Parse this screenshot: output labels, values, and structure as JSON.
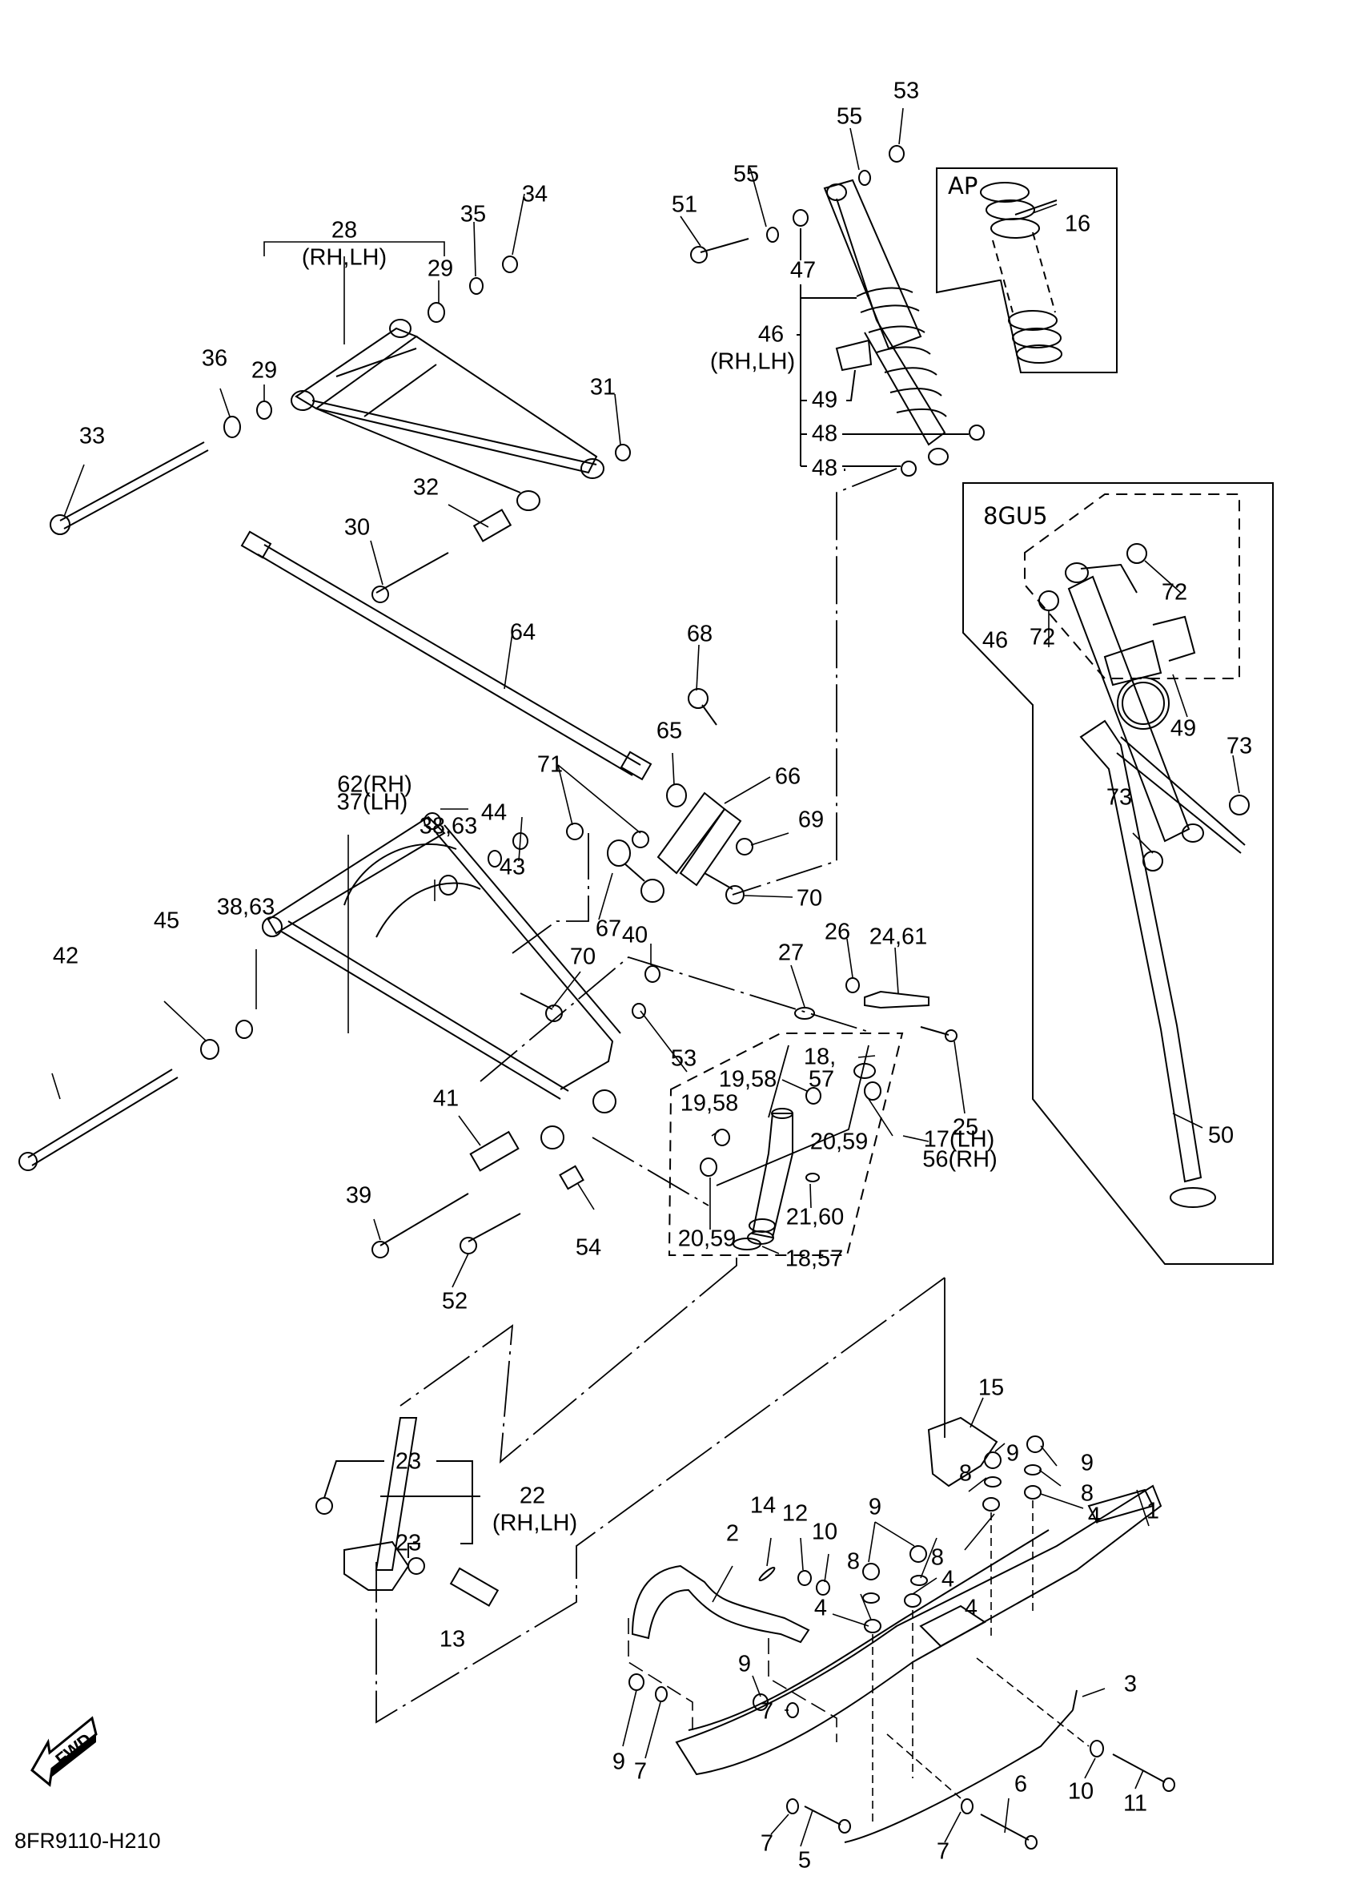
{
  "diagram": {
    "title_code": "8FR9110-H210",
    "fwd_marker": "FWD",
    "insets": [
      {
        "id": "ap",
        "title": "AP",
        "parts": [
          "16"
        ]
      },
      {
        "id": "8gu5",
        "title": "8GU5",
        "parts": [
          "46",
          "72",
          "72",
          "49",
          "73",
          "73",
          "50"
        ]
      }
    ],
    "callouts": [
      {
        "id": "c53a",
        "text": "53"
      },
      {
        "id": "c55a",
        "text": "55"
      },
      {
        "id": "c55b",
        "text": "55"
      },
      {
        "id": "c51",
        "text": "51"
      },
      {
        "id": "c47",
        "text": "47"
      },
      {
        "id": "c46",
        "text": "46"
      },
      {
        "id": "c46sub",
        "text": "(RH,LH)"
      },
      {
        "id": "c49",
        "text": "49"
      },
      {
        "id": "c48a",
        "text": "48"
      },
      {
        "id": "c48b",
        "text": "48"
      },
      {
        "id": "c16",
        "text": "16"
      },
      {
        "id": "c28",
        "text": "28"
      },
      {
        "id": "c28sub",
        "text": "(RH,LH)"
      },
      {
        "id": "c35",
        "text": "35"
      },
      {
        "id": "c34",
        "text": "34"
      },
      {
        "id": "c29a",
        "text": "29"
      },
      {
        "id": "c29b",
        "text": "29"
      },
      {
        "id": "c36",
        "text": "36"
      },
      {
        "id": "c31",
        "text": "31"
      },
      {
        "id": "c33",
        "text": "33"
      },
      {
        "id": "c32",
        "text": "32"
      },
      {
        "id": "c30",
        "text": "30"
      },
      {
        "id": "c64",
        "text": "64"
      },
      {
        "id": "c68",
        "text": "68"
      },
      {
        "id": "c65",
        "text": "65"
      },
      {
        "id": "c66",
        "text": "66"
      },
      {
        "id": "c71",
        "text": "71"
      },
      {
        "id": "c69",
        "text": "69"
      },
      {
        "id": "c70a",
        "text": "70"
      },
      {
        "id": "c67",
        "text": "67"
      },
      {
        "id": "c62",
        "text": "62(RH)"
      },
      {
        "id": "c37",
        "text": "37(LH)"
      },
      {
        "id": "c44",
        "text": "44"
      },
      {
        "id": "c3863a",
        "text": "38,63"
      },
      {
        "id": "c43",
        "text": "43"
      },
      {
        "id": "c3863b",
        "text": "38,63"
      },
      {
        "id": "c45",
        "text": "45"
      },
      {
        "id": "c42",
        "text": "42"
      },
      {
        "id": "c70b",
        "text": "70"
      },
      {
        "id": "c40",
        "text": "40"
      },
      {
        "id": "c53b",
        "text": "53"
      },
      {
        "id": "c41",
        "text": "41"
      },
      {
        "id": "c39",
        "text": "39"
      },
      {
        "id": "c54",
        "text": "54"
      },
      {
        "id": "c52",
        "text": "52"
      },
      {
        "id": "c27",
        "text": "27"
      },
      {
        "id": "c26",
        "text": "26"
      },
      {
        "id": "c2461",
        "text": "24,61"
      },
      {
        "id": "c25",
        "text": "25"
      },
      {
        "id": "c1857a",
        "text": "18,"
      },
      {
        "id": "c1857a2",
        "text": "57"
      },
      {
        "id": "c1958a",
        "text": "19,58"
      },
      {
        "id": "c1958b",
        "text": "19,58"
      },
      {
        "id": "c2059a",
        "text": "20,59"
      },
      {
        "id": "c17",
        "text": "17(LH)"
      },
      {
        "id": "c56",
        "text": "56(RH)"
      },
      {
        "id": "c2160",
        "text": "21,60"
      },
      {
        "id": "c2059b",
        "text": "20,59"
      },
      {
        "id": "c1857b",
        "text": "18,57"
      },
      {
        "id": "c72a",
        "text": "72"
      },
      {
        "id": "c72b",
        "text": "72"
      },
      {
        "id": "c46b",
        "text": "46"
      },
      {
        "id": "c49b",
        "text": "49"
      },
      {
        "id": "c73a",
        "text": "73"
      },
      {
        "id": "c73b",
        "text": "73"
      },
      {
        "id": "c50",
        "text": "50"
      },
      {
        "id": "c15",
        "text": "15"
      },
      {
        "id": "c23a",
        "text": "23"
      },
      {
        "id": "c22",
        "text": "22"
      },
      {
        "id": "c22sub",
        "text": "(RH,LH)"
      },
      {
        "id": "c23b",
        "text": "23"
      },
      {
        "id": "c13",
        "text": "13"
      },
      {
        "id": "c14",
        "text": "14"
      },
      {
        "id": "c12",
        "text": "12"
      },
      {
        "id": "c2",
        "text": "2"
      },
      {
        "id": "c10a",
        "text": "10"
      },
      {
        "id": "c9a",
        "text": "9"
      },
      {
        "id": "c9b",
        "text": "9"
      },
      {
        "id": "c9c",
        "text": "9"
      },
      {
        "id": "c9d",
        "text": "9"
      },
      {
        "id": "c9e",
        "text": "9"
      },
      {
        "id": "c8a",
        "text": "8"
      },
      {
        "id": "c8b",
        "text": "8"
      },
      {
        "id": "c8c",
        "text": "8"
      },
      {
        "id": "c8d",
        "text": "8"
      },
      {
        "id": "c4a",
        "text": "4"
      },
      {
        "id": "c4b",
        "text": "4"
      },
      {
        "id": "c4c",
        "text": "4"
      },
      {
        "id": "c4d",
        "text": "4"
      },
      {
        "id": "c1",
        "text": "1"
      },
      {
        "id": "c3",
        "text": "3"
      },
      {
        "id": "c7a",
        "text": "7"
      },
      {
        "id": "c7b",
        "text": "7"
      },
      {
        "id": "c7c",
        "text": "7"
      },
      {
        "id": "c7d",
        "text": "7"
      },
      {
        "id": "c5",
        "text": "5"
      },
      {
        "id": "c6",
        "text": "6"
      },
      {
        "id": "c10b",
        "text": "10"
      },
      {
        "id": "c11",
        "text": "11"
      }
    ]
  }
}
